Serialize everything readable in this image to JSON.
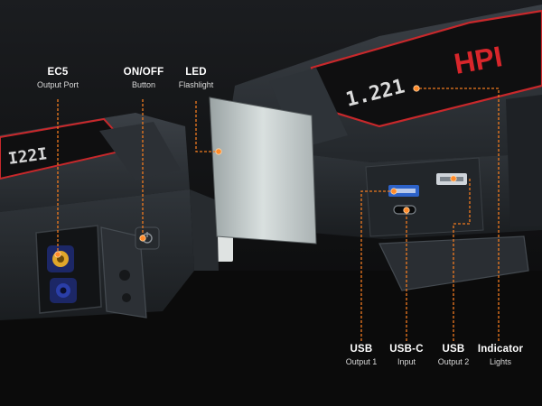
{
  "brand_text": "HPI",
  "display_readout": "1.221",
  "callouts": [
    {
      "title": "EC5",
      "subtitle": "Output Port"
    },
    {
      "title": "ON/OFF",
      "subtitle": "Button"
    },
    {
      "title": "LED",
      "subtitle": "Flashlight"
    },
    {
      "title": "USB",
      "subtitle": "Output 1"
    },
    {
      "title": "USB-C",
      "subtitle": "Input"
    },
    {
      "title": "USB",
      "subtitle": "Output 2"
    },
    {
      "title": "Indicator",
      "subtitle": "Lights"
    }
  ],
  "colors": {
    "accent_orange": "#f07a1f",
    "brand_red": "#d8262b",
    "body_dark": "#2a2e33",
    "background": "#0e0e0e"
  }
}
